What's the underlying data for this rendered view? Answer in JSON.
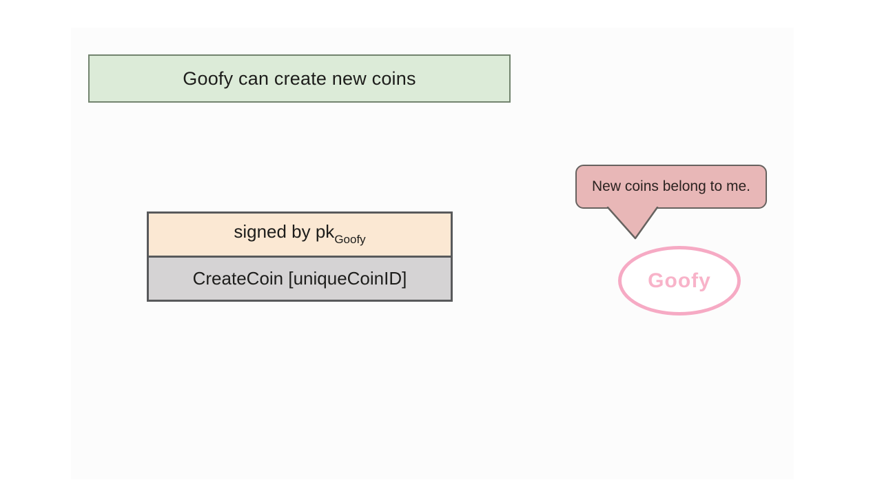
{
  "slide": {
    "title_box": {
      "label": "Goofy can create new coins",
      "bg_color": "#dcebd8",
      "border_color": "#72836e"
    },
    "coin_box": {
      "signed_prefix": "signed by pk",
      "signed_subscript": "Goofy",
      "signed_bg_color": "#fbe8d3",
      "createcoin_label": "CreateCoin [uniqueCoinID]",
      "createcoin_bg_color": "#d5d3d4",
      "border_color": "#58595b"
    },
    "speech_bubble": {
      "text": "New coins belong to me.",
      "bg_color": "#e8b7b7",
      "border_color": "#66625f"
    },
    "actor": {
      "name": "Goofy",
      "ring_color": "#f6aac4",
      "text_color": "#f8b3c9"
    }
  }
}
